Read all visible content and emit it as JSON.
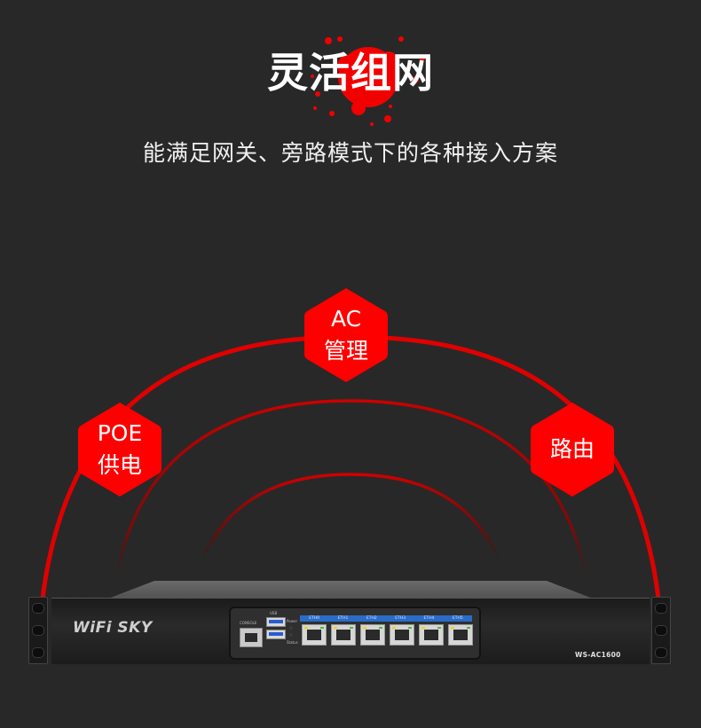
{
  "header": {
    "title": "灵活组网",
    "subtitle": "能满足网关、旁路模式下的各种接入方案"
  },
  "features": [
    {
      "line1": "POE",
      "line2": "供电",
      "icon": "hexagon-badge"
    },
    {
      "line1": "AC",
      "line2": "管理",
      "icon": "hexagon-badge"
    },
    {
      "line1": "路由",
      "line2": "",
      "icon": "hexagon-badge"
    }
  ],
  "device": {
    "brand": "WiFi SKY",
    "model": "WS-AC1600",
    "console_label": "CONSOLE",
    "usb_label": "USB",
    "power_label": "Power",
    "status_label": "Status",
    "ports": [
      "ETH0",
      "ETH1",
      "ETH2",
      "ETH3",
      "ETH4",
      "ETH5"
    ]
  },
  "colors": {
    "background": "#282828",
    "accent_red": "#ff0000",
    "arc_red": "#d40000",
    "text": "#ffffff",
    "port_bar_blue": "#2a6cc8"
  }
}
